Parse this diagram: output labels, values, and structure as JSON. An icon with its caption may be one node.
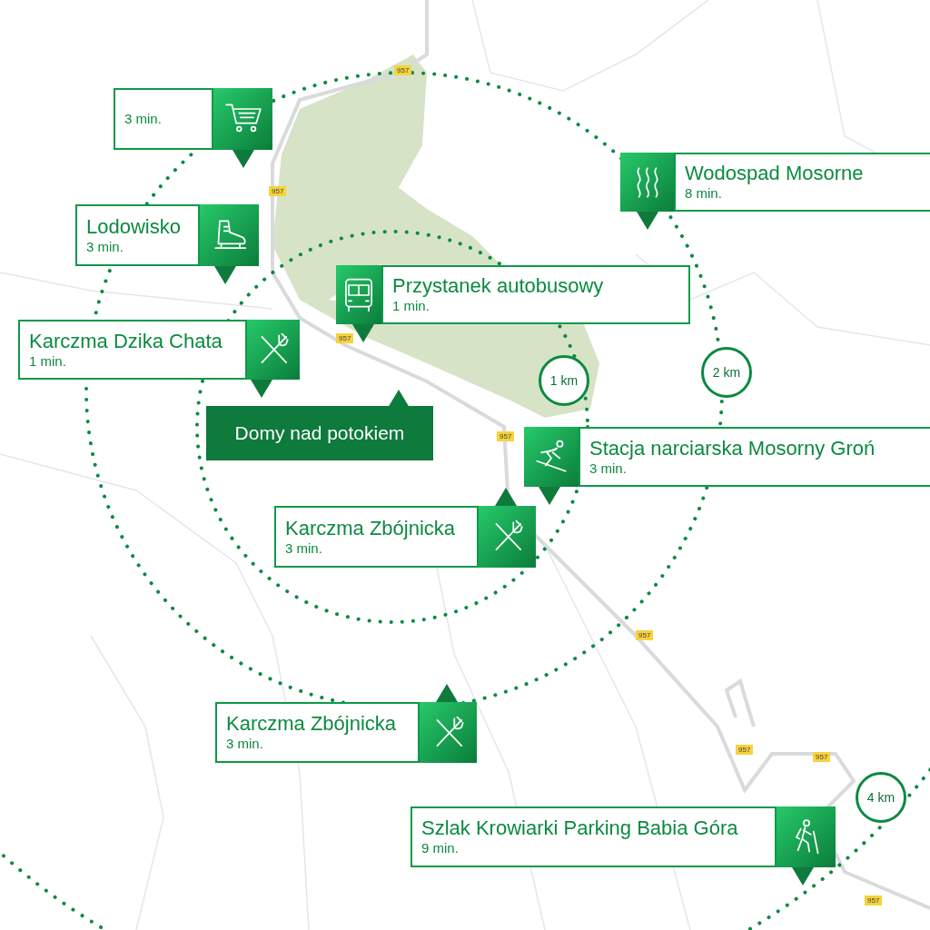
{
  "diagram": {
    "nodes": [
      {
        "text": [
          "3 min."
        ]
      },
      {
        "text": [
          "Wodospad Mosorne",
          "8 min."
        ]
      },
      {
        "text": [
          "Lodowisko",
          "3 min."
        ]
      },
      {
        "text": [
          "Przystanek autobusowy",
          "1 min."
        ]
      },
      {
        "text": [
          "Karczma Dzika Chata",
          "1 min."
        ]
      },
      {
        "text": [
          "1 km"
        ]
      },
      {
        "text": [
          "2 km"
        ]
      },
      {
        "text": [
          "Domy nad potokiem"
        ]
      },
      {
        "text": [
          "Stacja narciarska Mosorny Groń",
          "3 min."
        ]
      },
      {
        "text": [
          "Karczma Zbójnicka",
          "3 min."
        ]
      },
      {
        "text": [
          "Karczma Zbójnicka",
          "3 min."
        ]
      },
      {
        "text": [
          "4 km"
        ]
      },
      {
        "text": [
          "Szlak Krowiarki Parking Babia Góra",
          "9 min."
        ]
      }
    ],
    "edges": [],
    "labels": [
      "957",
      "957",
      "957",
      "957",
      "957",
      "957",
      "957",
      "957"
    ]
  }
}
